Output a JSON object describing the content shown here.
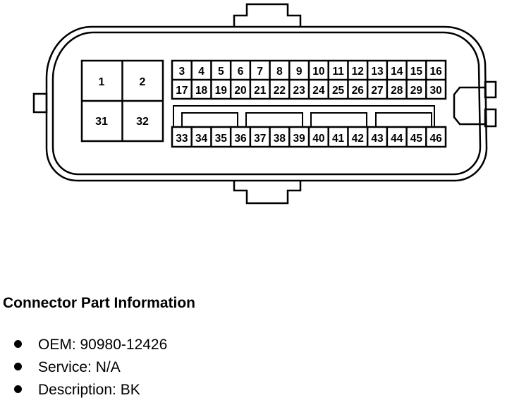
{
  "connector": {
    "large_cavities": [
      "1",
      "2",
      "31",
      "32"
    ],
    "row_top": [
      "3",
      "4",
      "5",
      "6",
      "7",
      "8",
      "9",
      "10",
      "11",
      "12",
      "13",
      "14",
      "15",
      "16"
    ],
    "row_middle": [
      "17",
      "18",
      "19",
      "20",
      "21",
      "22",
      "23",
      "24",
      "25",
      "26",
      "27",
      "28",
      "29",
      "30"
    ],
    "row_bottom": [
      "33",
      "34",
      "35",
      "36",
      "37",
      "38",
      "39",
      "40",
      "41",
      "42",
      "43",
      "44",
      "45",
      "46"
    ]
  },
  "info": {
    "title": "Connector Part Information",
    "oem": "OEM: 90980-12426",
    "service": "Service: N/A",
    "description": "Description: BK"
  }
}
